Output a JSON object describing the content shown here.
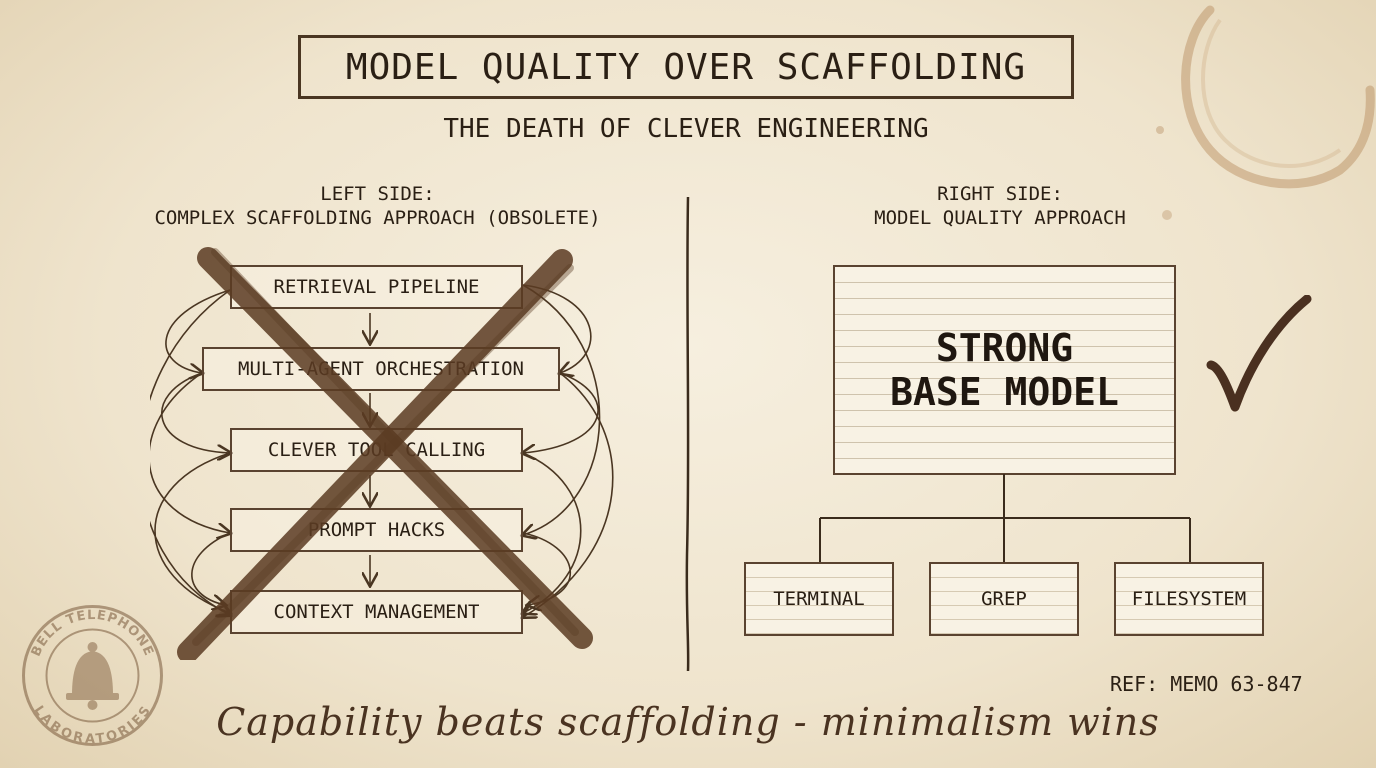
{
  "title": "MODEL QUALITY OVER SCAFFOLDING",
  "subtitle": "THE DEATH OF CLEVER ENGINEERING",
  "left": {
    "heading_line1": "LEFT SIDE:",
    "heading_line2": "COMPLEX SCAFFOLDING APPROACH (OBSOLETE)",
    "steps": [
      "RETRIEVAL PIPELINE",
      "MULTI-AGENT ORCHESTRATION",
      "CLEVER TOOL CALLING",
      "PROMPT HACKS",
      "CONTEXT MANAGEMENT"
    ],
    "crossed_out": true
  },
  "right": {
    "heading_line1": "RIGHT SIDE:",
    "heading_line2": "MODEL QUALITY APPROACH",
    "model_line1": "STRONG",
    "model_line2": "BASE MODEL",
    "tools": [
      "TERMINAL",
      "GREP",
      "FILESYSTEM"
    ],
    "checkmark": true
  },
  "ref": "REF: MEMO 63-847",
  "tagline": "Capability beats scaffolding - minimalism wins",
  "stamp": {
    "top_text": "BELL TELEPHONE",
    "bottom_text": "LABORATORIES",
    "icon": "bell-icon"
  },
  "colors": {
    "ink": "#2e2418",
    "cross": "#5a3b22",
    "paper": "#f2e8d4"
  }
}
